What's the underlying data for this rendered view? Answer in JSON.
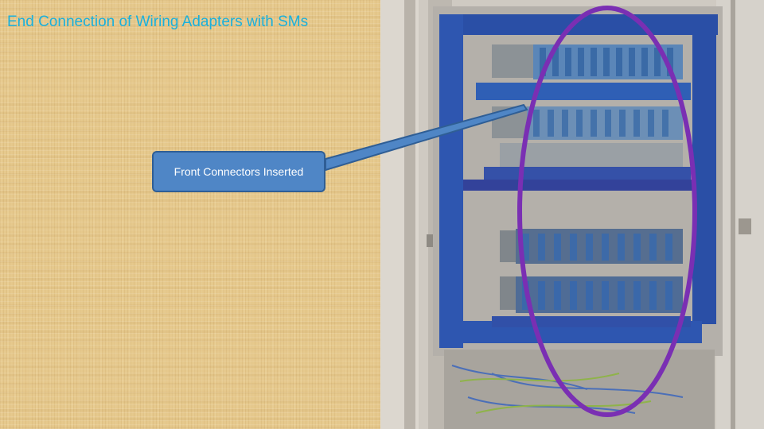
{
  "slide": {
    "title": "End Connection of Wiring Adapters with SMs",
    "callout_text": "Front Connectors Inserted"
  },
  "colors": {
    "title": "#1ab0dc",
    "callout_fill": "#4f86c6",
    "callout_border": "#2f5e95",
    "highlight_ellipse": "#7a2fb3",
    "background": "#e6c98d"
  },
  "photo": {
    "subject": "control-cabinet-photo",
    "ellipse_icon": "purple-ellipse-highlight"
  }
}
